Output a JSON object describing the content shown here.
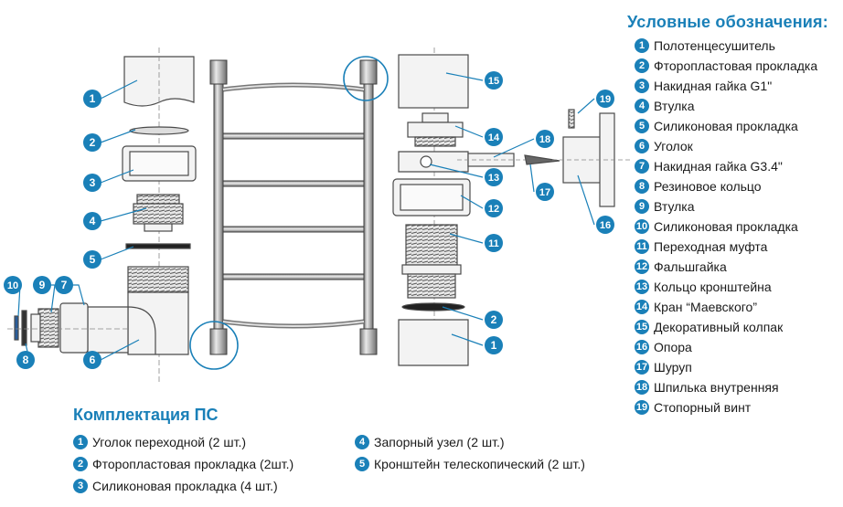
{
  "legend": {
    "title": "Условные обозначения:",
    "items": [
      {
        "num": "1",
        "label": "Полотенцесушитель"
      },
      {
        "num": "2",
        "label": "Фторопластовая прокладка"
      },
      {
        "num": "3",
        "label": "Накидная гайка G1\""
      },
      {
        "num": "4",
        "label": "Втулка"
      },
      {
        "num": "5",
        "label": "Силиконовая прокладка"
      },
      {
        "num": "6",
        "label": "Уголок"
      },
      {
        "num": "7",
        "label": "Накидная гайка G3.4\""
      },
      {
        "num": "8",
        "label": "Резиновое кольцо"
      },
      {
        "num": "9",
        "label": "Втулка"
      },
      {
        "num": "10",
        "label": "Силиконовая прокладка"
      },
      {
        "num": "11",
        "label": "Переходная муфта"
      },
      {
        "num": "12",
        "label": "Фальшгайка"
      },
      {
        "num": "13",
        "label": "Кольцо кронштейна"
      },
      {
        "num": "14",
        "label": "Кран “Маевского”"
      },
      {
        "num": "15",
        "label": "Декоративный колпак"
      },
      {
        "num": "16",
        "label": "Опора"
      },
      {
        "num": "17",
        "label": "Шуруп"
      },
      {
        "num": "18",
        "label": "Шпилька внутренняя"
      },
      {
        "num": "19",
        "label": "Стопорный винт"
      }
    ]
  },
  "kit": {
    "title": "Комплектация ПС",
    "column1": [
      {
        "num": "1",
        "label": "Уголок переходной (2 шт.)"
      },
      {
        "num": "2",
        "label": "Фторопластовая прокладка (2шт.)"
      },
      {
        "num": "3",
        "label": "Силиконовая прокладка (4 шт.)"
      }
    ],
    "column2": [
      {
        "num": "4",
        "label": "Запорный узел (2 шт.)"
      },
      {
        "num": "5",
        "label": "Кронштейн телескопический (2 шт.)"
      }
    ]
  },
  "callouts": [
    "1",
    "2",
    "3",
    "4",
    "5",
    "6",
    "7",
    "8",
    "9",
    "10",
    "11",
    "12",
    "13",
    "14",
    "15",
    "16",
    "17",
    "18",
    "19",
    "2",
    "1"
  ],
  "colors": {
    "accent": "#1a80b8",
    "line": "#4a4a4a",
    "fill": "#f1f1f1"
  }
}
